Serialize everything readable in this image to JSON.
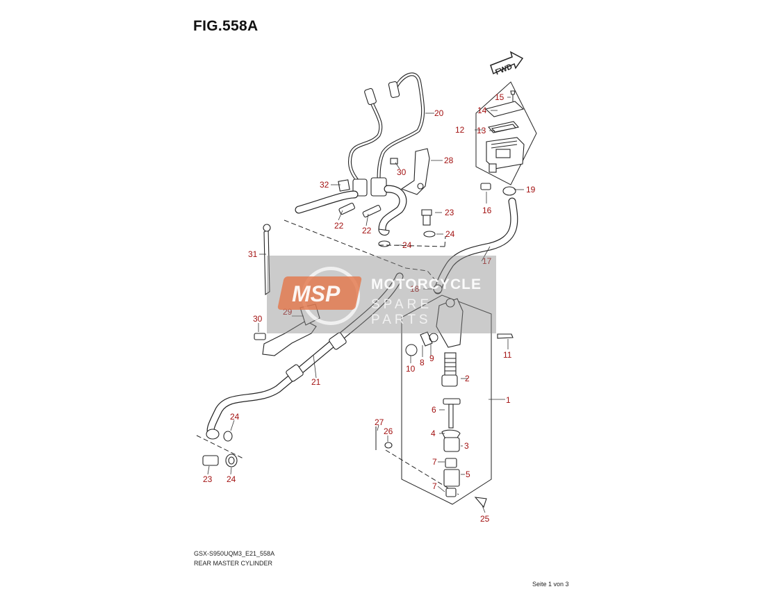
{
  "figure": {
    "title": "FIG.558A",
    "model_code": "GSX-S950UQM3_E21_558A",
    "caption": "REAR MASTER CYLINDER",
    "page_indicator": "Seite 1 von 3"
  },
  "direction_marker": "FWD",
  "callouts": [
    "1",
    "2",
    "3",
    "4",
    "5",
    "6",
    "7",
    "7",
    "8",
    "9",
    "10",
    "11",
    "12",
    "13",
    "14",
    "15",
    "16",
    "17",
    "18",
    "19",
    "20",
    "21",
    "22",
    "22",
    "23",
    "23",
    "24",
    "24",
    "24",
    "24",
    "25",
    "26",
    "27",
    "28",
    "29",
    "30",
    "30",
    "31",
    "32"
  ],
  "watermark": {
    "line1": "MOTORCYCLE",
    "line2": "SPARE PARTS",
    "badge": "MSP"
  },
  "colors": {
    "callout": "#a21010",
    "line": "#222222",
    "watermark_badge": "#e47648"
  }
}
